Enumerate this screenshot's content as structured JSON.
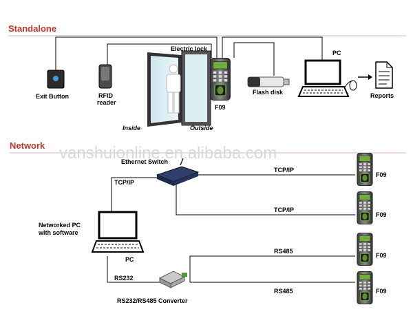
{
  "sections": {
    "standalone": "Standalone",
    "network": "Network"
  },
  "standalone": {
    "exit_button": "Exit Button",
    "rfid_reader_1": "RFID",
    "rfid_reader_2": "reader",
    "electric_lock": "Electric lock",
    "inside": "Inside",
    "outside": "Outside",
    "device": "F09",
    "flash_disk": "Flash disk",
    "pc": "PC",
    "reports": "Reports"
  },
  "network": {
    "ethernet_switch": "Ethernet Switch",
    "tcpip_left": "TCP/IP",
    "tcpip_1": "TCP/IP",
    "tcpip_2": "TCP/IP",
    "rs485_1": "RS485",
    "rs485_2": "RS485",
    "networked_pc_1": "Networked PC",
    "networked_pc_2": "with software",
    "pc": "PC",
    "rs232": "RS232",
    "converter": "RS232/RS485 Converter",
    "devices": [
      "F09",
      "F09",
      "F09",
      "F09"
    ]
  },
  "watermark": "vanshuionline.en.alibaba.com",
  "colors": {
    "section_title": "#c0392b",
    "line": "#000000",
    "watermark": "#d8d8d8"
  }
}
